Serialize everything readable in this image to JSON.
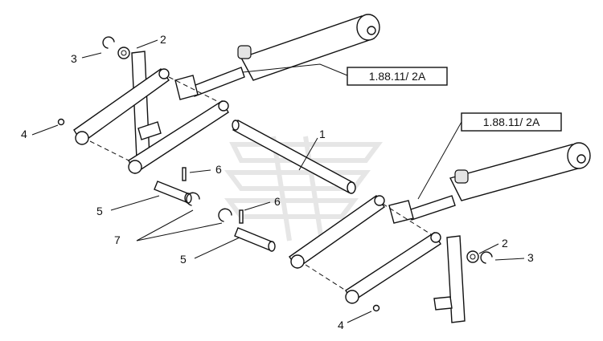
{
  "diagram": {
    "references": [
      {
        "id": "ref-upper",
        "text": "1.88.11/ 2A"
      },
      {
        "id": "ref-lower",
        "text": "1.88.11/ 2A"
      }
    ],
    "callouts": {
      "c1": "1",
      "c2a": "2",
      "c2b": "2",
      "c3a": "3",
      "c3b": "3",
      "c4a": "4",
      "c4b": "4",
      "c5a": "5",
      "c5b": "5",
      "c6a": "6",
      "c6b": "6",
      "c7": "7"
    }
  }
}
